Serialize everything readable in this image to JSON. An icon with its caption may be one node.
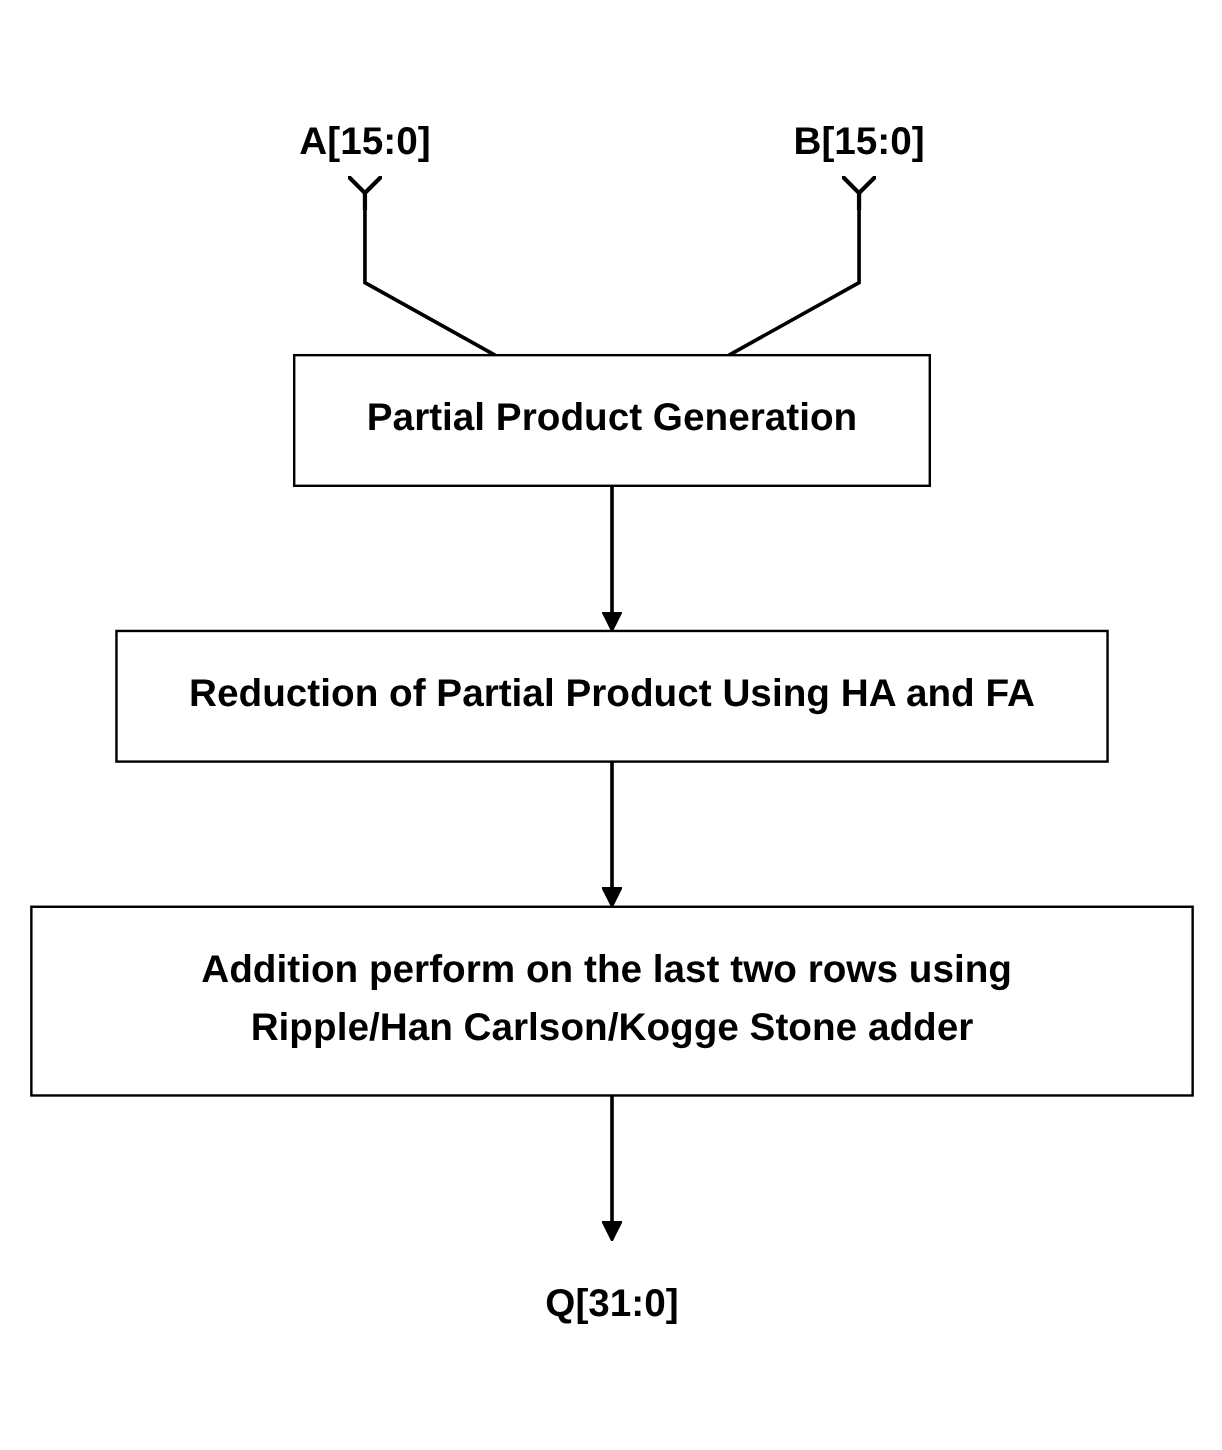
{
  "diagram": {
    "nodes": [
      {
        "text": [
          "A[15:0]"
        ]
      },
      {
        "text": [
          "B[15:0]"
        ]
      },
      {
        "text": [
          "Partial Product Generation"
        ]
      },
      {
        "text": [
          "Reduction of Partial Product Using HA and FA"
        ]
      },
      {
        "text": [
          "Addition perform on the last two rows using Ripple/Han Carlson/Kogge Stone adder"
        ]
      },
      {
        "text": [
          "Q[31:0]"
        ]
      }
    ],
    "edges": [
      {
        "from": 0,
        "to": 2,
        "arrow": "other"
      },
      {
        "from": 1,
        "to": 2,
        "arrow": "other"
      },
      {
        "from": 2,
        "to": 3,
        "arrow": "to"
      },
      {
        "from": 3,
        "to": 4,
        "arrow": "to"
      },
      {
        "from": 4,
        "to": 5,
        "arrow": "to"
      }
    ]
  }
}
